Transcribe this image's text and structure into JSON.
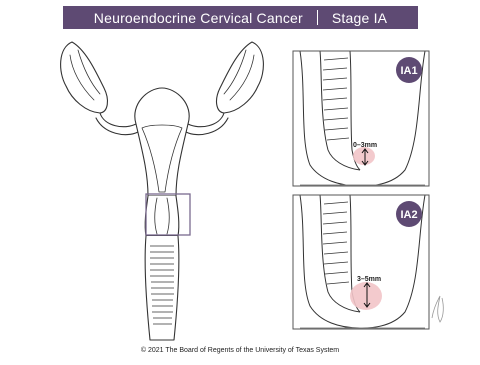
{
  "title": {
    "primary": "Neuroendocrine Cervical Cancer",
    "secondary": "Stage IA"
  },
  "colors": {
    "banner": "#5e4a73",
    "badge": "#5e4a73",
    "highlight_box": "#7a6a8e",
    "tumor": "#f2c4c8",
    "line": "#333333"
  },
  "panels": [
    {
      "badge": "IA1",
      "measurement": "0–3mm",
      "depth_mm_max": 3
    },
    {
      "badge": "IA2",
      "measurement": "3–5mm",
      "depth_mm_max": 5
    }
  ],
  "copyright": "© 2021 The Board of Regents of the University of Texas System"
}
